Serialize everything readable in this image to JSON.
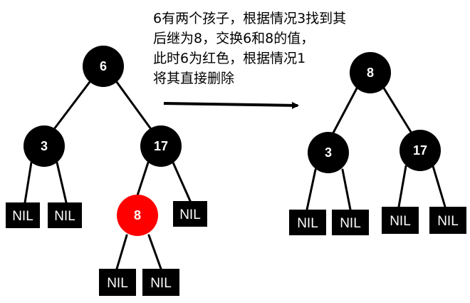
{
  "caption": {
    "lines": [
      "6有两个孩子，根据情况3找到其",
      "后继为8，交换6和8的值，",
      "此时6为红色，根据情况1",
      "将其直接删除"
    ]
  },
  "colors": {
    "black_node": "#000000",
    "red_node": "#ff0000",
    "node_text": "#ffffff",
    "edge": "#000000"
  },
  "nil_label": "NIL",
  "before_tree": {
    "nodes": [
      {
        "id": "b6",
        "label": "6",
        "color": "black"
      },
      {
        "id": "b3",
        "label": "3",
        "color": "black"
      },
      {
        "id": "b17",
        "label": "17",
        "color": "black"
      },
      {
        "id": "b8",
        "label": "8",
        "color": "red"
      }
    ]
  },
  "after_tree": {
    "nodes": [
      {
        "id": "a8",
        "label": "8",
        "color": "black"
      },
      {
        "id": "a3",
        "label": "3",
        "color": "black"
      },
      {
        "id": "a17",
        "label": "17",
        "color": "black"
      }
    ]
  }
}
